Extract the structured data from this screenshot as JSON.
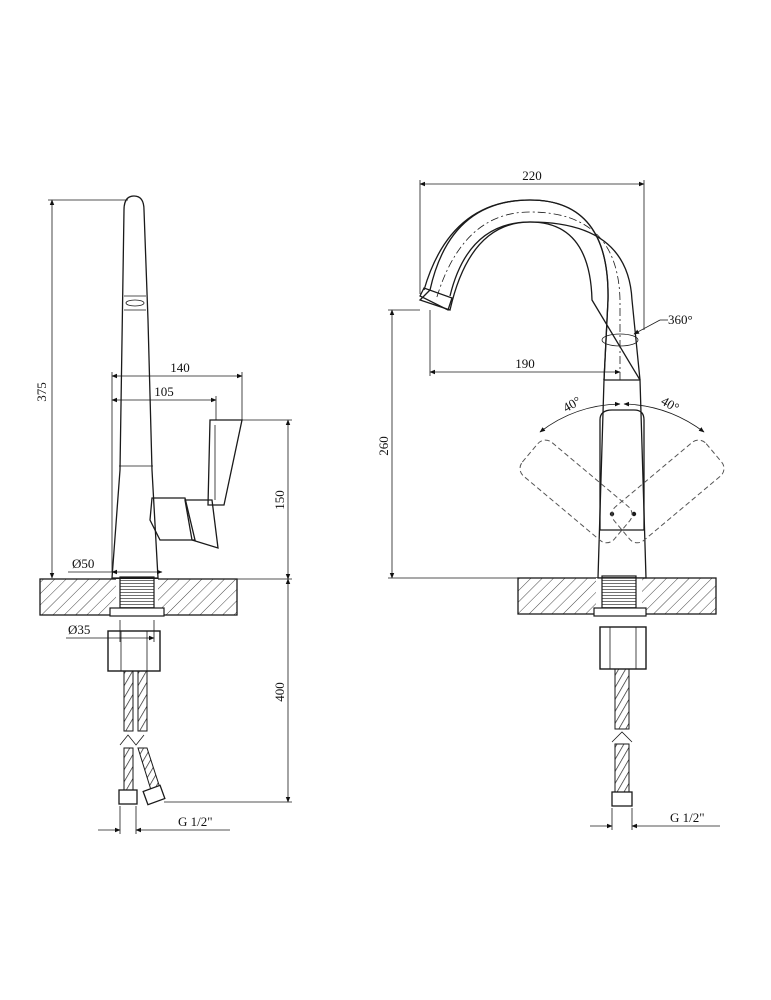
{
  "side_view": {
    "dim_height_total": "375",
    "dim_reach_outer": "140",
    "dim_reach_inner": "105",
    "dim_handle_height": "150",
    "dim_base_diameter": "Ø50",
    "dim_shank_diameter": "Ø35",
    "dim_hose_length": "400",
    "dim_thread": "G 1/2\""
  },
  "front_view": {
    "dim_spout_width": "220",
    "dim_spout_reach": "190",
    "dim_swivel": "360°",
    "dim_spout_height": "260",
    "dim_handle_angle_left": "40°",
    "dim_handle_angle_right": "40°",
    "dim_thread": "G 1/2\""
  }
}
